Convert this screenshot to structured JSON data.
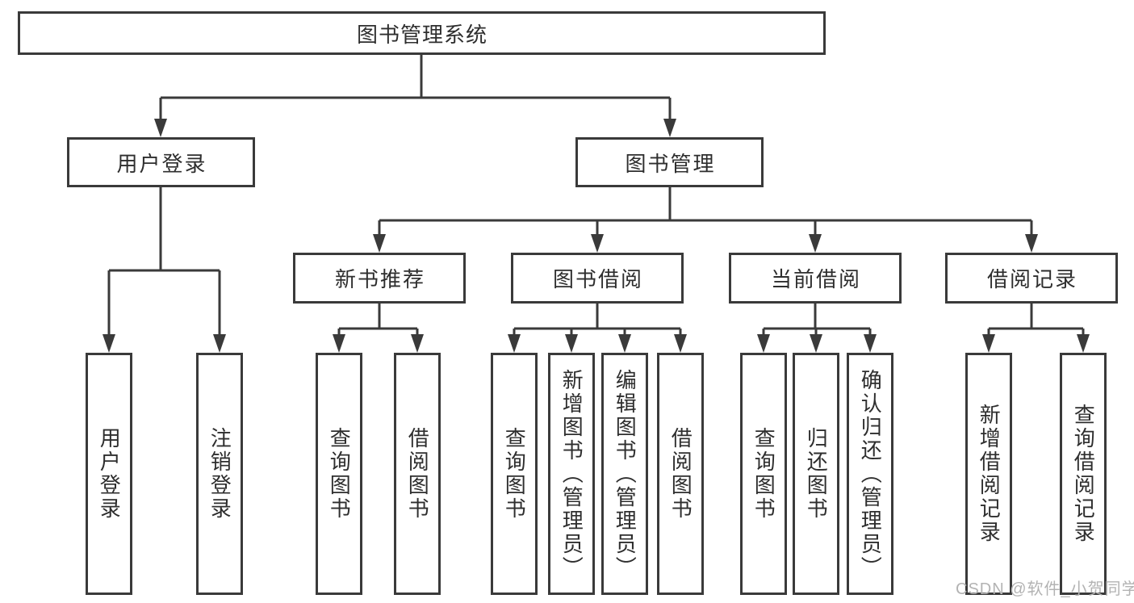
{
  "tree": {
    "label": "图书管理系统",
    "children": [
      {
        "label": "用户登录",
        "children": [
          {
            "label": "用户登录"
          },
          {
            "label": "注销登录"
          }
        ]
      },
      {
        "label": "图书管理",
        "children": [
          {
            "label": "新书推荐",
            "children": [
              {
                "label": "查询图书"
              },
              {
                "label": "借阅图书"
              }
            ]
          },
          {
            "label": "图书借阅",
            "children": [
              {
                "label": "查询图书"
              },
              {
                "label": "新增图书（管理员）"
              },
              {
                "label": "编辑图书（管理员）"
              },
              {
                "label": "借阅图书"
              }
            ]
          },
          {
            "label": "当前借阅",
            "children": [
              {
                "label": "查询图书"
              },
              {
                "label": "归还图书"
              },
              {
                "label": "确认归还（管理员）"
              }
            ]
          },
          {
            "label": "借阅记录",
            "children": [
              {
                "label": "新增借阅记录"
              },
              {
                "label": "查询借阅记录"
              }
            ]
          }
        ]
      }
    ]
  },
  "watermark": {
    "text": "CSDN @软件_小贺同学"
  },
  "colors": {
    "line": "#3a3a3a",
    "text": "#2e2e2e",
    "watermark": "#b3b3b3",
    "box_background": "#ffffff"
  }
}
